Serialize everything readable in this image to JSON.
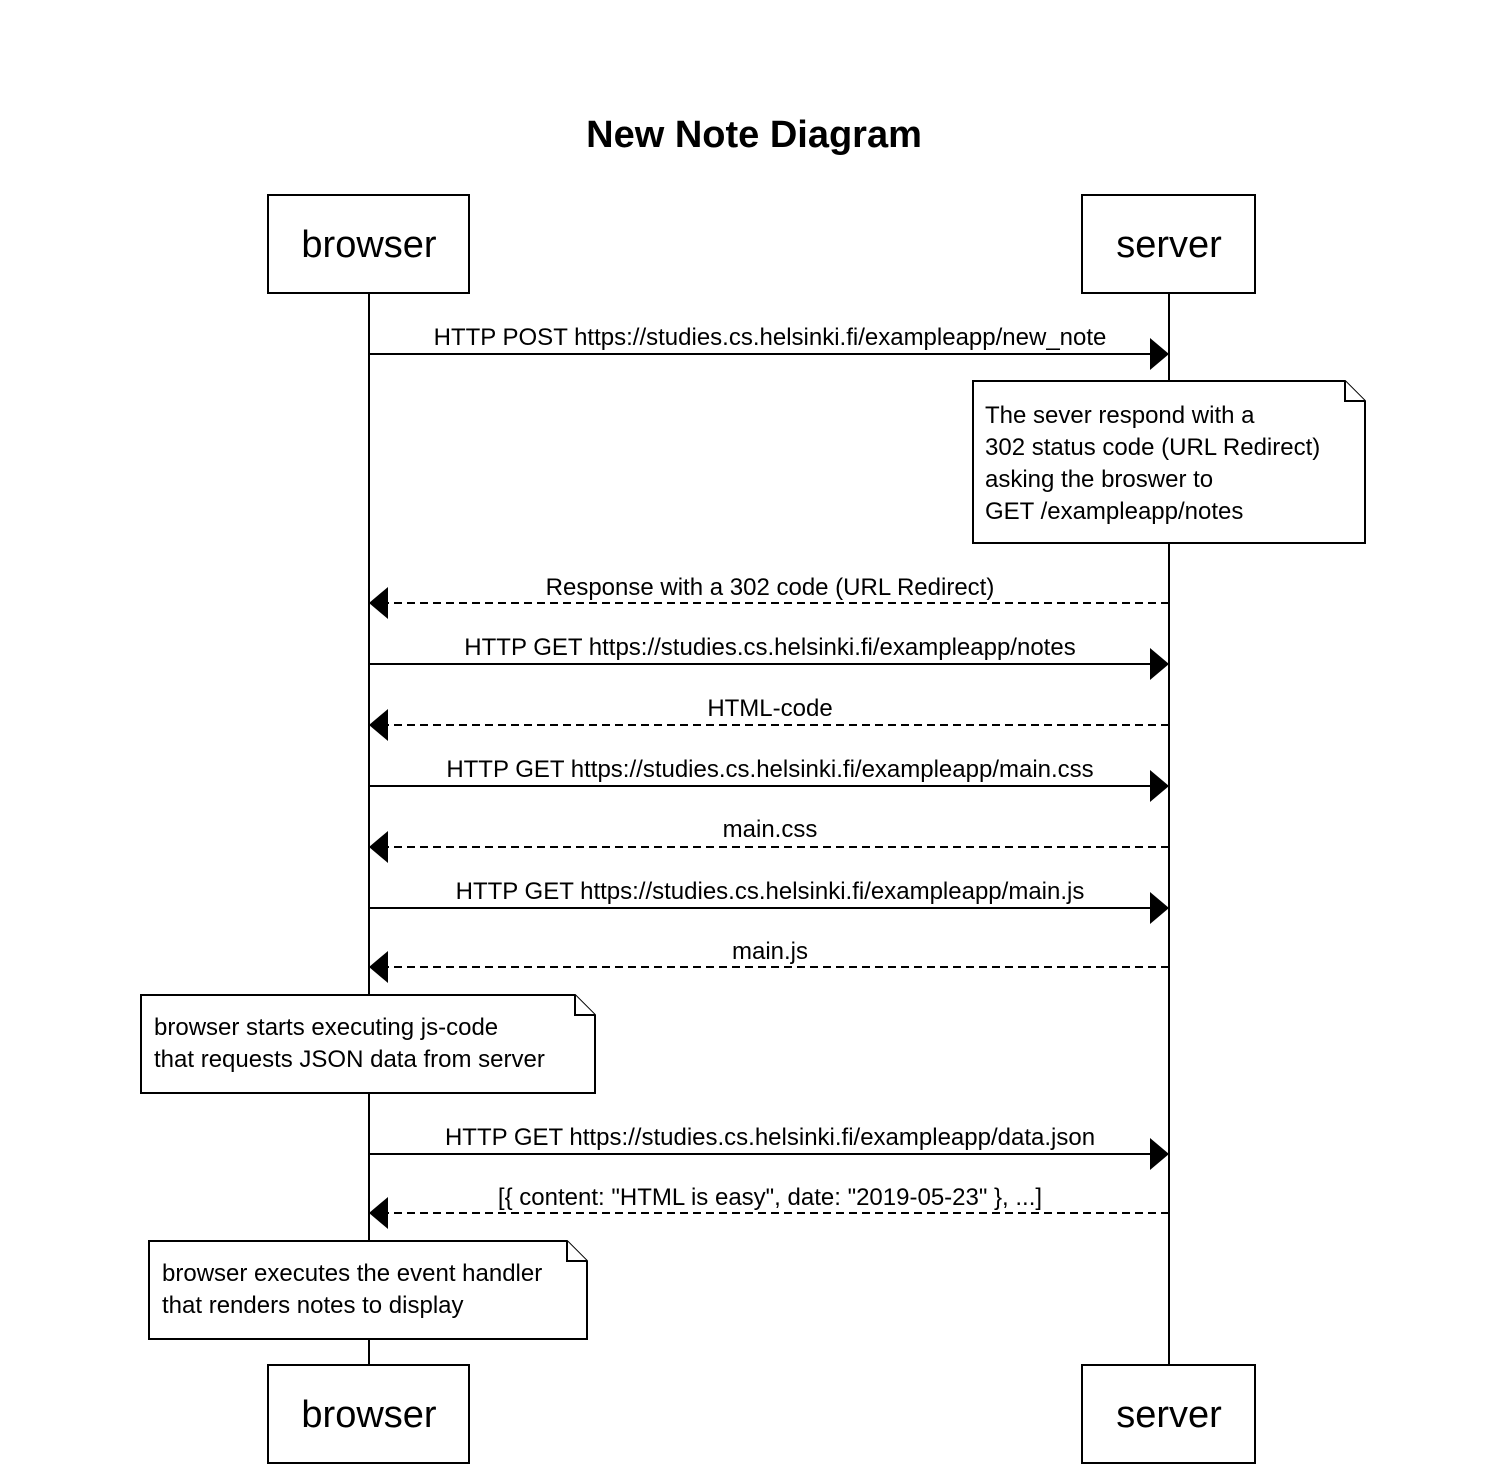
{
  "title": "New Note Diagram",
  "actors": {
    "browser": "browser",
    "server": "server"
  },
  "messages": [
    {
      "label": "HTTP POST https://studies.cs.helsinki.fi/exampleapp/new_note",
      "from": "browser",
      "to": "server",
      "style": "solid"
    },
    {
      "label": "Response with a 302 code (URL Redirect)",
      "from": "server",
      "to": "browser",
      "style": "dashed"
    },
    {
      "label": "HTTP GET https://studies.cs.helsinki.fi/exampleapp/notes",
      "from": "browser",
      "to": "server",
      "style": "solid"
    },
    {
      "label": "HTML-code",
      "from": "server",
      "to": "browser",
      "style": "dashed"
    },
    {
      "label": "HTTP GET https://studies.cs.helsinki.fi/exampleapp/main.css",
      "from": "browser",
      "to": "server",
      "style": "solid"
    },
    {
      "label": "main.css",
      "from": "server",
      "to": "browser",
      "style": "dashed"
    },
    {
      "label": "HTTP GET https://studies.cs.helsinki.fi/exampleapp/main.js",
      "from": "browser",
      "to": "server",
      "style": "solid"
    },
    {
      "label": "main.js",
      "from": "server",
      "to": "browser",
      "style": "dashed"
    },
    {
      "label": "HTTP GET https://studies.cs.helsinki.fi/exampleapp/data.json",
      "from": "browser",
      "to": "server",
      "style": "solid"
    },
    {
      "label": "[{ content: \"HTML is easy\", date: \"2019-05-23\" }, ...]",
      "from": "server",
      "to": "browser",
      "style": "dashed"
    }
  ],
  "notes": [
    {
      "lines": [
        "The sever respond with a",
        "302 status code (URL Redirect)",
        "asking the broswer to",
        "GET /exampleapp/notes"
      ]
    },
    {
      "lines": [
        "browser starts executing js-code",
        "that requests JSON data from server"
      ]
    },
    {
      "lines": [
        "browser executes the event handler",
        "that renders notes to display"
      ]
    }
  ],
  "colors": {
    "stroke": "#000000",
    "background": "#ffffff"
  }
}
